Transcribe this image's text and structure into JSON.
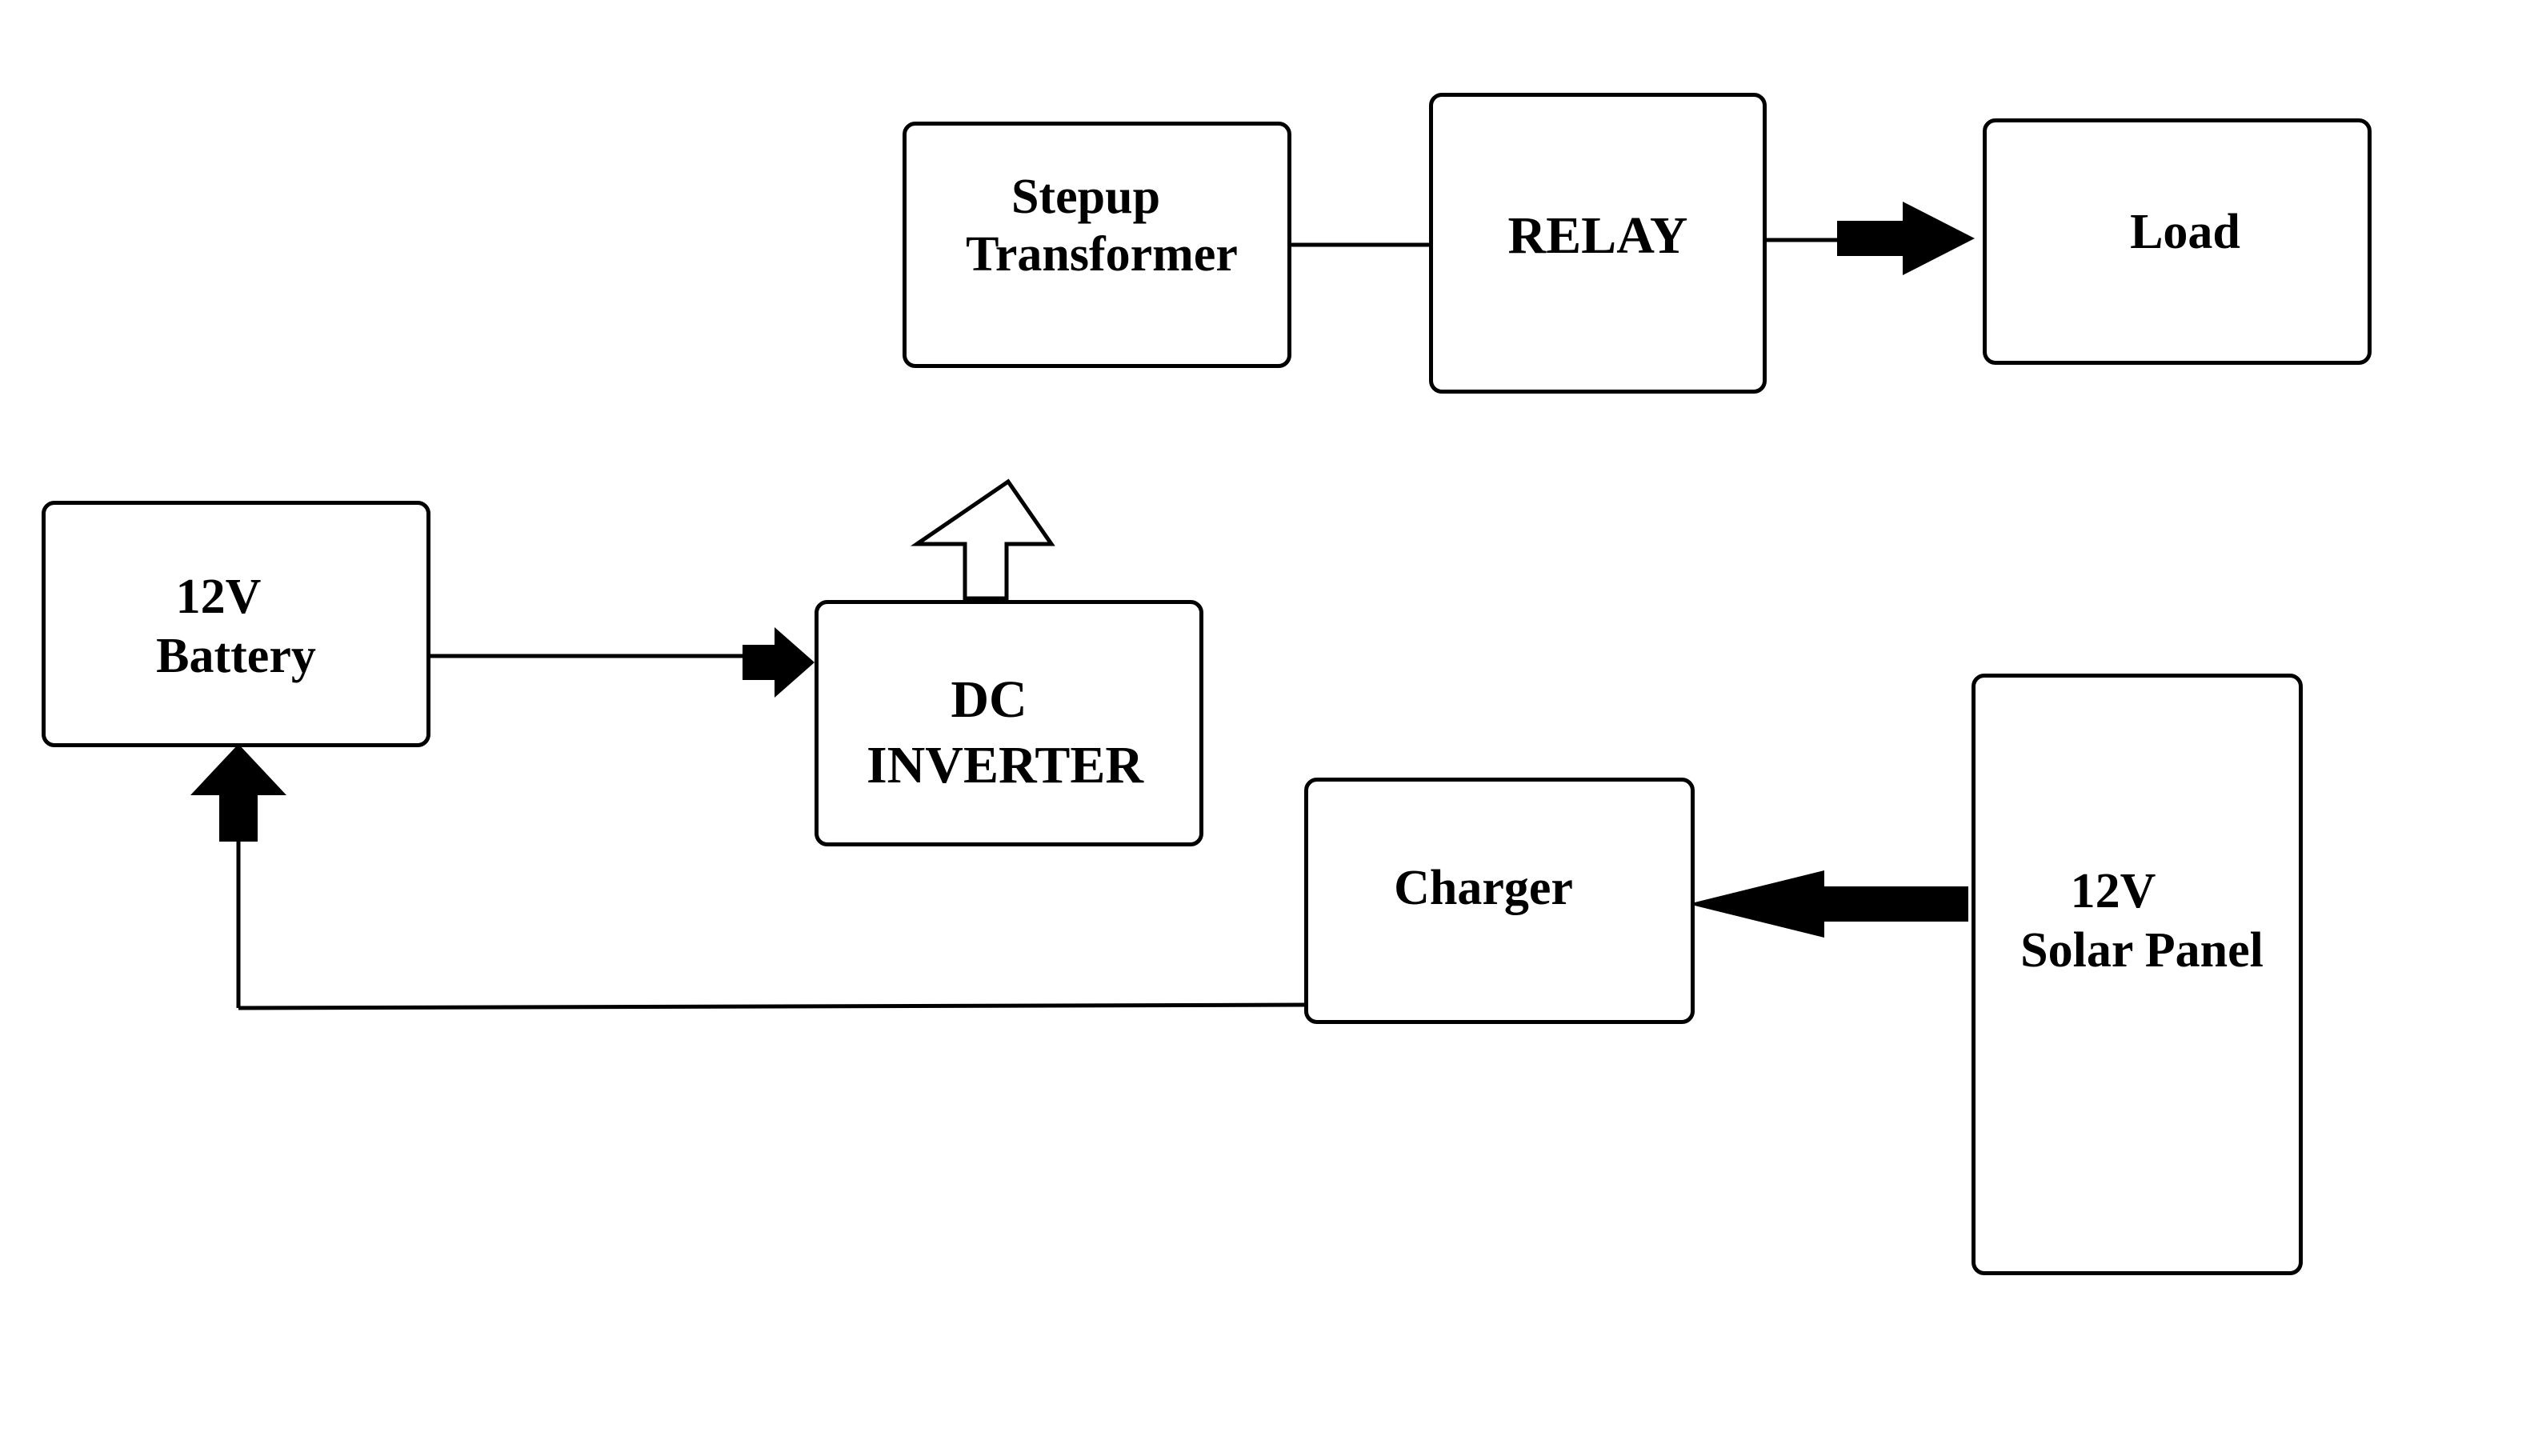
{
  "blocks": {
    "stepup_transformer": {
      "line1": "Stepup",
      "line2": "Transformer"
    },
    "relay": {
      "label": "RELAY"
    },
    "load": {
      "label": "Load"
    },
    "battery": {
      "line1": "12V",
      "line2": "Battery"
    },
    "dc_inverter": {
      "line1": "DC",
      "line2": "INVERTER"
    },
    "charger": {
      "label": "Charger"
    },
    "solar_panel": {
      "line1": "12V",
      "line2": "Solar Panel"
    }
  },
  "colors": {
    "stroke": "#000000",
    "background": "#ffffff"
  }
}
